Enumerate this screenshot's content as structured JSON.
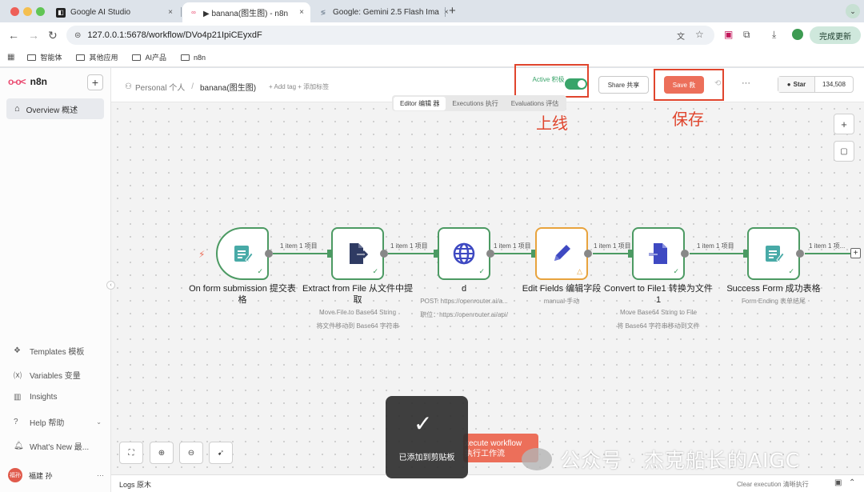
{
  "browser": {
    "tabs": [
      {
        "title": "Google AI Studio",
        "close": "×"
      },
      {
        "title": "▶ banana(图生图) - n8n",
        "close": "×"
      },
      {
        "title": "Google: Gemini 2.5 Flash Ima",
        "close": "×"
      }
    ],
    "new_tab": "+",
    "tab_menu": "⌄",
    "url": "127.0.0.1:5678/workflow/DVo4p21IpiCEyxdF",
    "update_label": "完成更新",
    "bookmarks": [
      "智能体",
      "其他应用",
      "AI产品",
      "n8n"
    ]
  },
  "sidebar": {
    "brand": "n8n",
    "add": "+",
    "overview": "Overview  概述",
    "items": [
      {
        "label": "Templates  模板",
        "icon": "templates-icon"
      },
      {
        "label": "Variables  变量",
        "icon": "variables-icon"
      },
      {
        "label": "Insights",
        "icon": "insights-icon"
      },
      {
        "label": "Help  帮助",
        "icon": "help-icon"
      },
      {
        "label": "What's New  最...",
        "icon": "bell-icon"
      }
    ],
    "user": {
      "initials": "福孙",
      "name": "福建 孙"
    }
  },
  "header": {
    "project": "Personal  个人",
    "workflow_name": "banana(图生图)",
    "add_tag": "+ Add tag  + 添加标签",
    "active_label": "Active  积极",
    "active": true,
    "share": "Share  共享",
    "save": "Save  救",
    "github_star": "Star",
    "github_count": "134,508",
    "more": "···"
  },
  "view_tabs": [
    {
      "label": "Editor  编辑 器",
      "selected": true
    },
    {
      "label": "Executions  执行",
      "selected": false
    },
    {
      "label": "Evaluations  评估",
      "selected": false
    }
  ],
  "annotations": {
    "go_live": "上线",
    "save": "保存"
  },
  "nodes": [
    {
      "title": "On form submission  提交表格",
      "sub1": "",
      "sub2": "",
      "icon": "form-icon"
    },
    {
      "title": "Extract from File  从文件中提取",
      "sub1": "Move File to Base64 String",
      "sub2": "将文件移动到 Base64 字符串",
      "icon": "file-extract-icon"
    },
    {
      "title": "d",
      "sub1": "POST: https://openrouter.ai/a...",
      "sub2": "职位：https://openrouter.ai/api/",
      "icon": "globe-icon"
    },
    {
      "title": "Edit Fields  编辑字段",
      "sub1": "manual  手动",
      "sub2": "",
      "icon": "pencil-icon"
    },
    {
      "title": "Convert to File1  转换为文件1",
      "sub1": "Move Base64 String to File",
      "sub2": "将 Base64 字符串移动到文件",
      "icon": "file-convert-icon"
    },
    {
      "title": "Success Form  成功表格",
      "sub1": "Form Ending  表单结尾",
      "sub2": "",
      "icon": "form-icon"
    }
  ],
  "connections": [
    "1 item  1 项目",
    "1 item  1 项目",
    "1 item  1 项目",
    "1 item  1 项目",
    "1 item  1 项目",
    "1 item  1 项..."
  ],
  "execute_button": {
    "line1": "xecute workflow",
    "line2": "执行工作流"
  },
  "toast": "已添加到剪贴板",
  "watermark": "公众号 · 杰克船长的AIGC",
  "logs": {
    "label": "Logs  原木",
    "clear": "Clear execution  清晰执行"
  },
  "colors": {
    "accent": "#ec6f5a",
    "success": "#4c9a63",
    "annotation": "#e0452d",
    "warning": "#e8a33d"
  }
}
